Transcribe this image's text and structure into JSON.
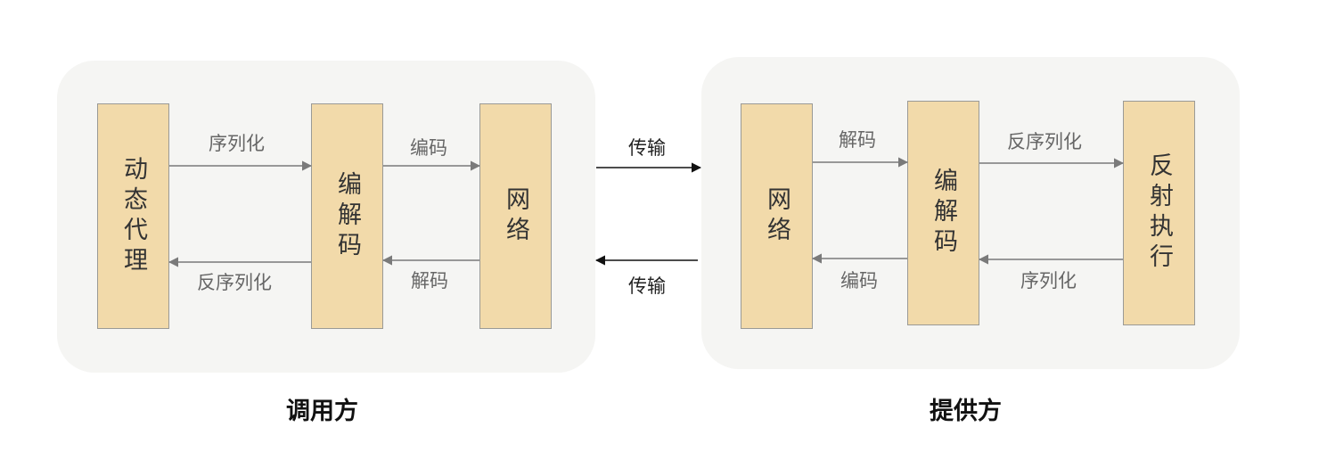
{
  "caller": {
    "title": "调用方",
    "boxes": {
      "proxy": "动态代理",
      "codec": "编解码",
      "network": "网络"
    },
    "labels": {
      "serialize": "序列化",
      "deserialize": "反序列化",
      "encode": "编码",
      "decode": "解码"
    }
  },
  "transport": {
    "forward": "传输",
    "backward": "传输"
  },
  "provider": {
    "title": "提供方",
    "boxes": {
      "network": "网络",
      "codec": "编解码",
      "reflect": "反射执行"
    },
    "labels": {
      "decode": "解码",
      "encode": "编码",
      "deserialize": "反序列化",
      "serialize": "序列化"
    }
  },
  "colors": {
    "panel": "#f5f5f3",
    "box_fill": "#f2daaa",
    "box_border": "#9a9a96",
    "arrow_gray": "#7a7a7a",
    "arrow_dark": "#111111"
  }
}
